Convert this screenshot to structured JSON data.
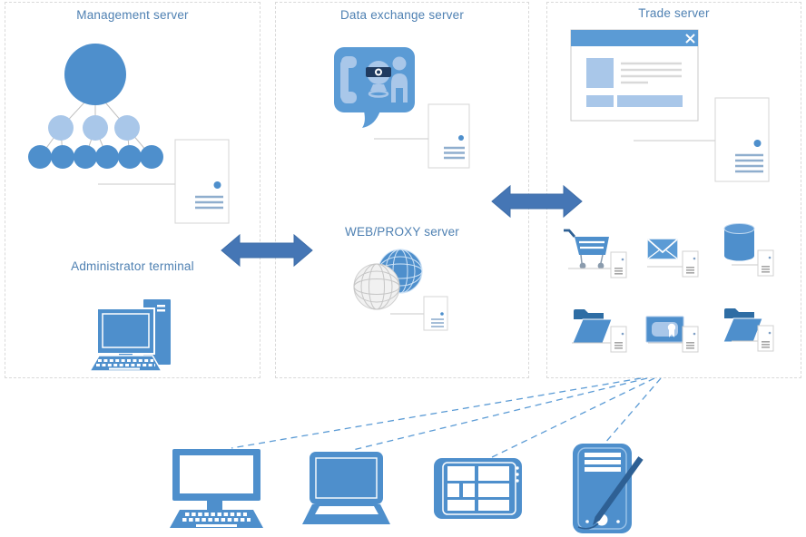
{
  "page": {
    "title": "Network architecture diagram"
  },
  "panels": {
    "management": {
      "label": "Management server"
    },
    "data_exchange": {
      "label": "Data exchange server"
    },
    "trade": {
      "label": "Trade server"
    },
    "admin_terminal": {
      "label": "Administrator terminal"
    },
    "web_proxy": {
      "label": "WEB/PROXY server"
    }
  },
  "icons": {
    "management": [
      "org-chart-icon",
      "server-tower-icon"
    ],
    "admin_terminal": [
      "desktop-computer-icon"
    ],
    "data_exchange": [
      "chat-bubble-icon",
      "phone-handset-icon",
      "webcam-icon",
      "person-icon",
      "server-tower-icon"
    ],
    "web_proxy": [
      "globe-icon",
      "globe-wireframe-icon",
      "server-tower-icon"
    ],
    "trade": [
      "browser-window-icon",
      "close-icon",
      "server-tower-icon",
      "shopping-cart-icon",
      "email-icon",
      "database-icon",
      "folder-icon",
      "certificate-icon",
      "folder-icon",
      "document-icon"
    ],
    "connections": [
      "double-arrow-icon",
      "double-arrow-icon",
      "dashed-line",
      "dashed-line",
      "dashed-line",
      "dashed-line"
    ],
    "clients": [
      "desktop-computer-icon",
      "laptop-icon",
      "pos-terminal-icon",
      "tablet-stylus-icon"
    ]
  },
  "colors": {
    "primary_blue": "#4E8FCC",
    "light_blue": "#A9C7E9",
    "bubble_blue": "#5B9BD5",
    "dark_blue": "#2E6094",
    "navy": "#1F3A5F",
    "folder_dark": "#2E6DA4",
    "label_text": "#4E80B2",
    "arrow_fill": "#4576B5",
    "arrow_stroke": "#3E6DA8",
    "panel_border": "#D9D9D9",
    "connector_gray": "#C9C9C9",
    "tower_border": "#D5D5D5",
    "server_line_blue": "#8FAECE",
    "dashed_link": "#5B9BD5",
    "content_line_gray": "#D9D9D9",
    "wheel_gray": "#8A9BAD",
    "doc_line_gray": "#A6A6A6"
  }
}
